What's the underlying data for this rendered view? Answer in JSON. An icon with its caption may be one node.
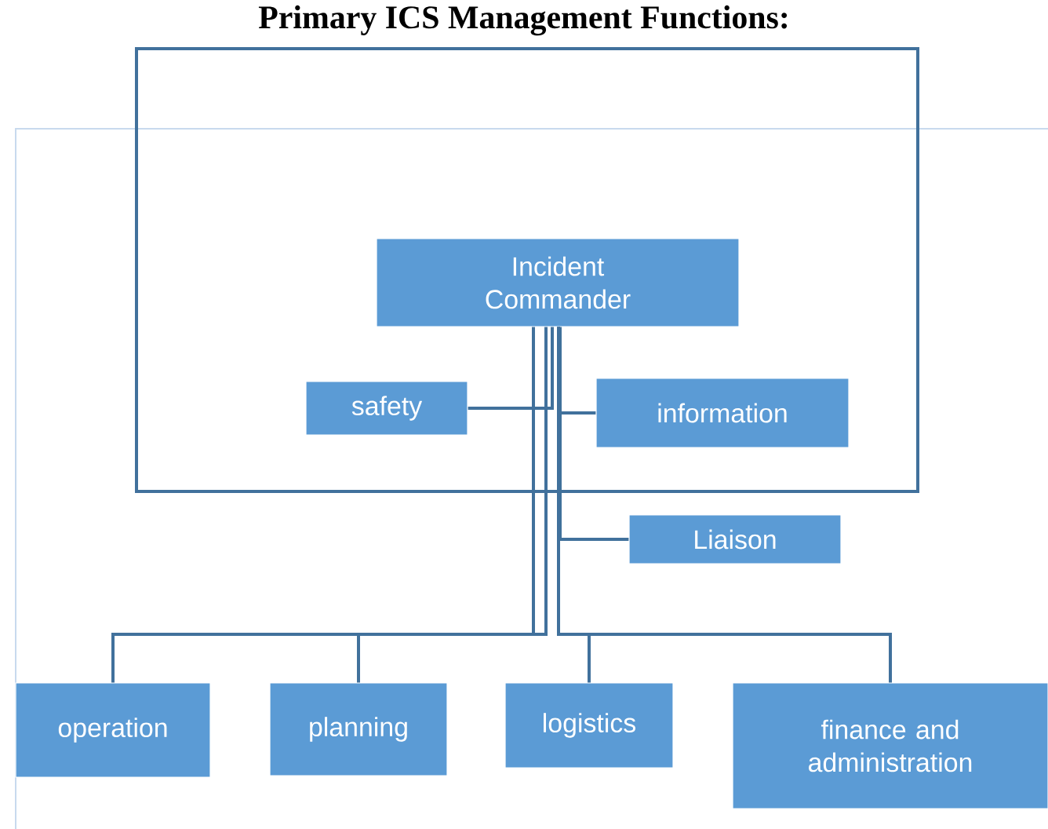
{
  "diagram": {
    "title": "Primary ICS Management Functions:",
    "nodes": [
      {
        "text": [],
        "shape": "box"
      },
      {
        "text": [
          "Incident Commander"
        ],
        "in": 0
      },
      {
        "text": [
          "safety"
        ],
        "in": 0
      },
      {
        "text": [
          "information"
        ],
        "in": 0
      },
      {
        "text": [
          "Liaison"
        ]
      },
      {
        "text": [
          "operation"
        ]
      },
      {
        "text": [
          "planning"
        ]
      },
      {
        "text": [
          "logistics"
        ]
      },
      {
        "text": [
          "finance and administration"
        ]
      }
    ],
    "edges": [
      {
        "from": 1,
        "to": 2,
        "arrow": "none"
      },
      {
        "from": 1,
        "to": 3,
        "arrow": "none"
      },
      {
        "from": 1,
        "to": 4,
        "arrow": "none"
      },
      {
        "from": 1,
        "to": 5,
        "arrow": "none"
      },
      {
        "from": 1,
        "to": 6,
        "arrow": "none"
      },
      {
        "from": 1,
        "to": 7,
        "arrow": "none"
      },
      {
        "from": 1,
        "to": 8,
        "arrow": "none"
      }
    ]
  }
}
